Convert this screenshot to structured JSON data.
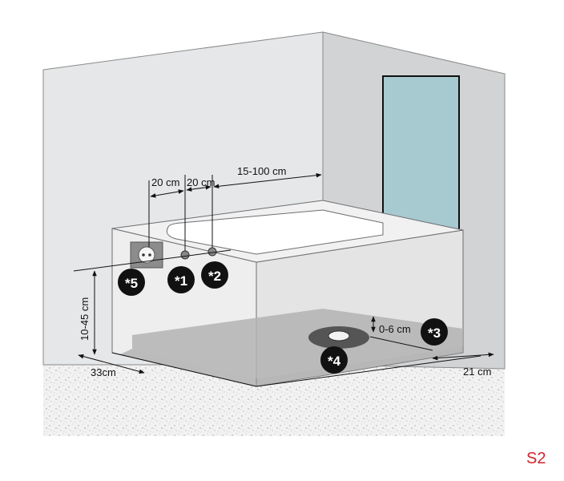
{
  "dimensions": {
    "spacing_a": "20 cm",
    "spacing_b": "20 cm",
    "range_right": "15-100 cm",
    "height_range": "10-45 cm",
    "offset_left": "33cm",
    "drain_depth": "0-6 cm",
    "offset_right": "21 cm"
  },
  "markers": {
    "m1": "*1",
    "m2": "*2",
    "m3": "*3",
    "m4": "*4",
    "m5": "*5"
  },
  "model_code": "S2",
  "colors": {
    "wall_back": "#e6e7e8",
    "wall_side": "#d1d3d4",
    "glass": "#a7c9d0",
    "floor_tray": "#b3b3b3",
    "marker_bg": "#111111",
    "code_text": "#d0242c"
  }
}
